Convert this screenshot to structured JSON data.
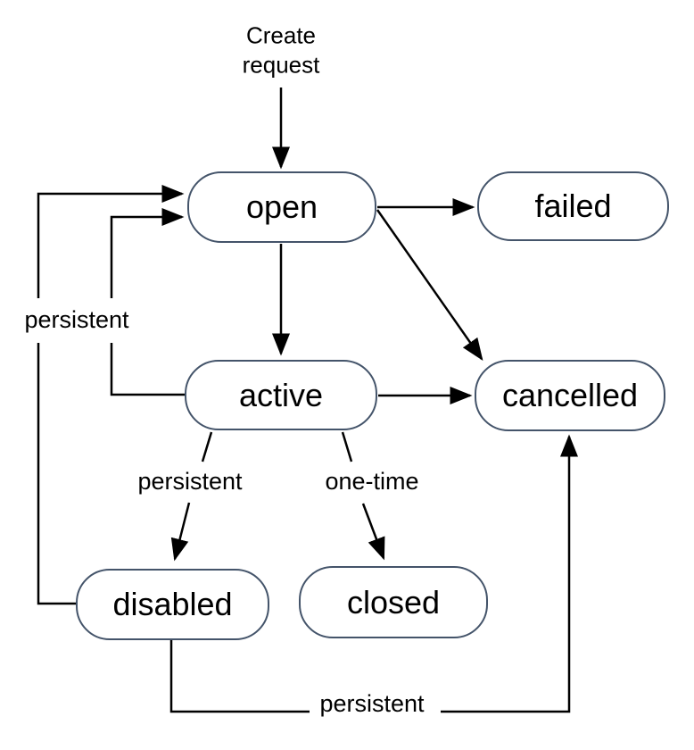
{
  "diagram": {
    "type": "state-diagram",
    "background": "#ffffff",
    "node_style": {
      "fill": "#ffffff",
      "border_color": "#44546A",
      "text_color": "#000000"
    },
    "edge_color": "#000000",
    "nodes": [
      {
        "id": "open",
        "label": "open"
      },
      {
        "id": "failed",
        "label": "failed"
      },
      {
        "id": "active",
        "label": "active"
      },
      {
        "id": "cancelled",
        "label": "cancelled"
      },
      {
        "id": "disabled",
        "label": "disabled"
      },
      {
        "id": "closed",
        "label": "closed"
      }
    ],
    "edges": [
      {
        "from": "start",
        "to": "open",
        "label": "Create request"
      },
      {
        "from": "open",
        "to": "failed",
        "label": ""
      },
      {
        "from": "open",
        "to": "active",
        "label": ""
      },
      {
        "from": "open",
        "to": "cancelled",
        "label": ""
      },
      {
        "from": "active",
        "to": "cancelled",
        "label": ""
      },
      {
        "from": "active",
        "to": "open",
        "label": "persistent"
      },
      {
        "from": "disabled",
        "to": "open",
        "label": "persistent"
      },
      {
        "from": "active",
        "to": "disabled",
        "label": "persistent"
      },
      {
        "from": "active",
        "to": "closed",
        "label": "one-time"
      },
      {
        "from": "disabled",
        "to": "cancelled",
        "label": "persistent"
      }
    ],
    "labels": {
      "create_request": "Create request",
      "left_loop": "persistent",
      "active_disabled": "persistent",
      "active_closed": "one-time",
      "disabled_cancelled": "persistent"
    }
  }
}
